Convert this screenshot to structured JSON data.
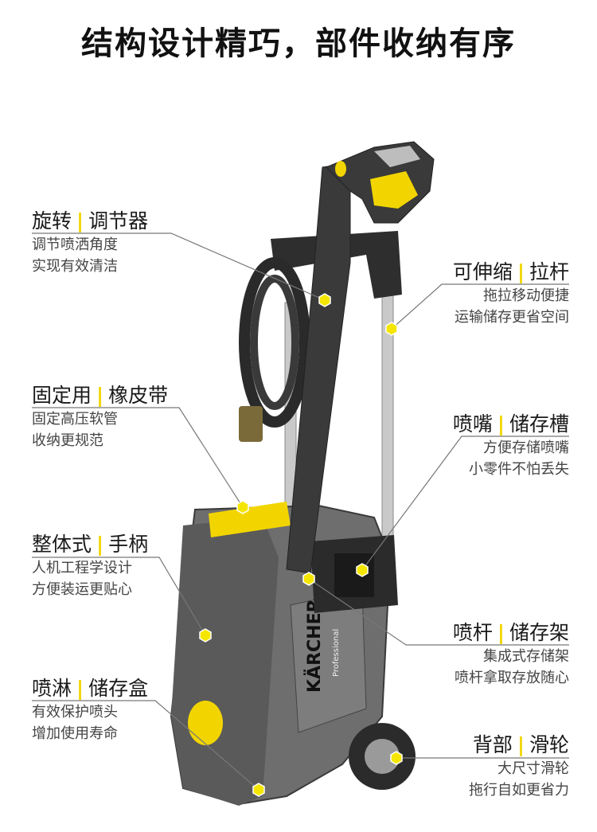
{
  "title": "结构设计精巧，部件收纳有序",
  "colors": {
    "accent": "#f2d500",
    "body_gray": "#6e6e6e",
    "dark": "#2b2b2b"
  },
  "brand": "KÄRCHER",
  "brand_sub": "Professional",
  "callouts": [
    {
      "title_a": "旋转",
      "title_b": "调节器",
      "line1": "调节喷洒角度",
      "line2": "实现有效清洁"
    },
    {
      "title_a": "可伸缩",
      "title_b": "拉杆",
      "line1": "拖拉移动便捷",
      "line2": "运输储存更省空间"
    },
    {
      "title_a": "固定用",
      "title_b": "橡皮带",
      "line1": "固定高压软管",
      "line2": "收纳更规范"
    },
    {
      "title_a": "喷嘴",
      "title_b": "储存槽",
      "line1": "方便存储喷嘴",
      "line2": "小零件不怕丢失"
    },
    {
      "title_a": "整体式",
      "title_b": "手柄",
      "line1": "人机工程学设计",
      "line2": "方便装运更贴心"
    },
    {
      "title_a": "喷杆",
      "title_b": "储存架",
      "line1": "集成式存储架",
      "line2": "喷杆拿取存放随心"
    },
    {
      "title_a": "喷淋",
      "title_b": "储存盒",
      "line1": "有效保护喷头",
      "line2": "增加使用寿命"
    },
    {
      "title_a": "背部",
      "title_b": "滑轮",
      "line1": "大尺寸滑轮",
      "line2": "拖行自如更省力"
    }
  ],
  "separator": "|"
}
